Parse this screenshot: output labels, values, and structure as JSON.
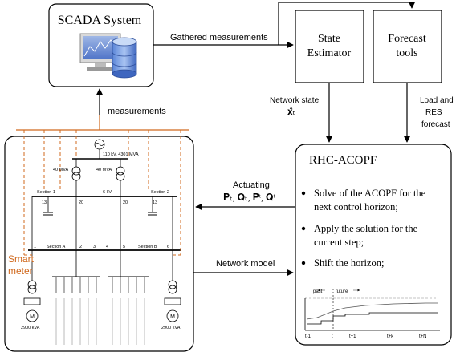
{
  "boxes": {
    "scada": {
      "title": "SCADA System"
    },
    "state_estimator": {
      "line1": "State",
      "line2": "Estimator"
    },
    "forecast": {
      "line1": "Forecast",
      "line2": "tools"
    },
    "rhc": {
      "title": "RHC-ACOPF",
      "bullets": [
        {
          "line1": "Solve of the ACOPF for the",
          "line2": "next control horizon;"
        },
        {
          "line1": "Apply the solution for the",
          "line2": "current step;"
        },
        {
          "line1": "Shift the horizon;",
          "line2": ""
        }
      ]
    }
  },
  "edges": {
    "gathered": "Gathered measurements",
    "measurements": "measurements",
    "network_state": "Network state:",
    "network_state_sym": "𝐱̂ₜ",
    "load_res_1": "Load and",
    "load_res_2": "RES",
    "load_res_3": "forecast",
    "actuating": "Actuating",
    "actuating_sym": "𝐏ₜ, 𝐐ₜ, 𝐏ᵗ, 𝐐ᵗ",
    "network_model": "Network model"
  },
  "network": {
    "source_label": "110 kV, 4301 MVA",
    "trafo_left": "40 MVA",
    "trafo_right": "40 MVA",
    "section1": "Section 1",
    "section2": "Section 2",
    "bus_13": "13",
    "bus_20a": "20",
    "bus_20b": "20",
    "bus_13b": "13",
    "bus_6kv": "6 kV",
    "section_a": "Section A",
    "section_b": "Section B",
    "smart_label_1": "Smart",
    "smart_label_2": "meter",
    "motor_left": "2900 kVA",
    "motor_right": "2900 kVA",
    "nodes": [
      "1",
      "2",
      "3",
      "4",
      "5",
      "6"
    ]
  },
  "inset": {
    "past": "past",
    "future": "future",
    "t_minus": "t-1",
    "t": "t",
    "t_plus": "t+1",
    "t_k": "t+k",
    "t_n": "t+N"
  },
  "colors": {
    "orange": "#d0691e",
    "grey": "#555555"
  }
}
